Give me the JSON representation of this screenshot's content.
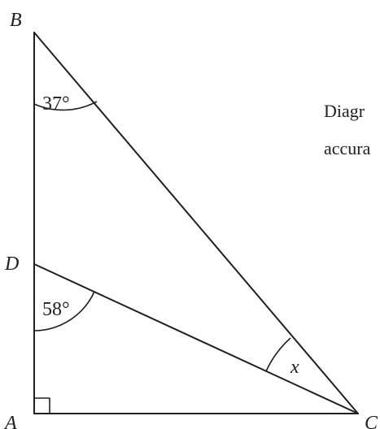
{
  "points": {
    "A": "A",
    "B": "B",
    "C": "C",
    "D": "D"
  },
  "angles": {
    "angle_B": "37°",
    "angle_D": "58°",
    "angle_C": "x"
  },
  "note": {
    "line1": "Diagr",
    "line2": "accura"
  }
}
